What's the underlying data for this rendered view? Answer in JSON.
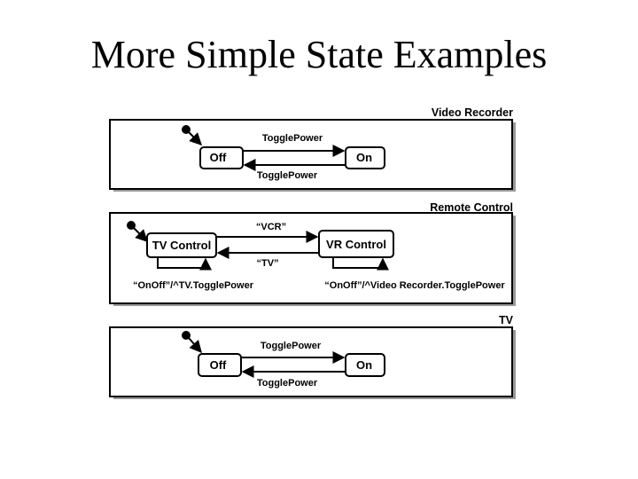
{
  "slide": {
    "title": "More Simple State Examples"
  },
  "colors": {
    "line": "#000000",
    "panel_shadow": "#999999",
    "background": "#ffffff"
  },
  "diagrams": {
    "video_recorder": {
      "name": "Video Recorder",
      "states": [
        "Off",
        "On"
      ],
      "transitions": [
        "TogglePower",
        "TogglePower"
      ]
    },
    "remote_control": {
      "name": "Remote Control",
      "states": [
        "TV Control",
        "VR Control"
      ],
      "transitions": [
        "“VCR”",
        "“TV”"
      ],
      "self_actions": [
        "“OnOff”/^TV.TogglePower",
        "“OnOff”/^Video Recorder.TogglePower"
      ]
    },
    "tv": {
      "name": "TV",
      "states": [
        "Off",
        "On"
      ],
      "transitions": [
        "TogglePower",
        "TogglePower"
      ]
    }
  }
}
